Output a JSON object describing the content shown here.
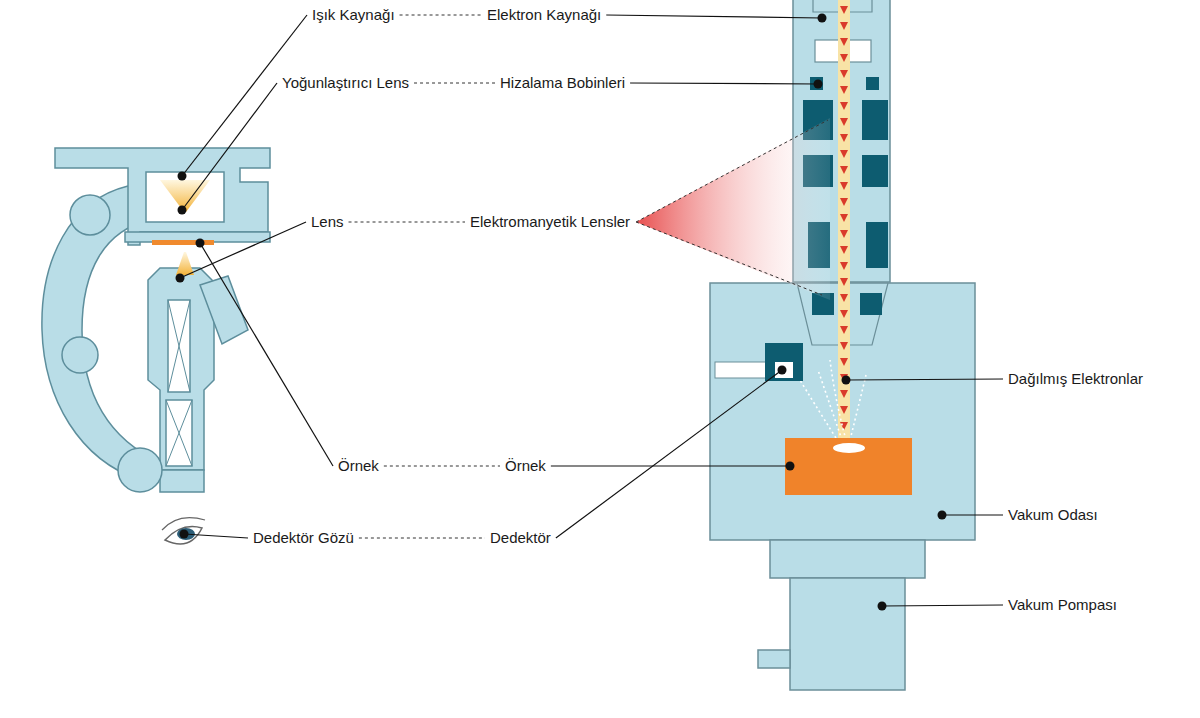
{
  "diagram": {
    "labels": [
      "Işık Kaynağı",
      "Elektron Kaynağı",
      "Yoğunlaştırıcı Lens",
      "Hizalama Bobinleri",
      "Lens",
      "Elektromanyetik Lensler",
      "Dağılmış Elektronlar",
      "Örnek",
      "Örnek",
      "Vakum Odası",
      "Dedektör Gözü",
      "Dedektör",
      "Vakum Pompası"
    ]
  }
}
